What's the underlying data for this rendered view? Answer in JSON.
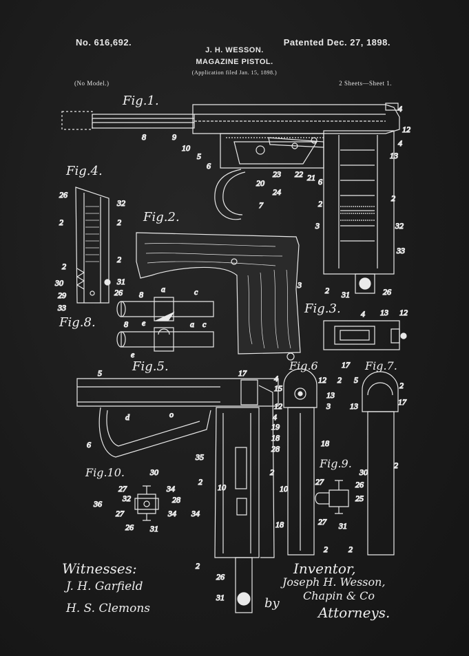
{
  "header": {
    "patent_no": "No. 616,692.",
    "patented": "Patented Dec. 27, 1898.",
    "inventor": "J. H. WESSON.",
    "title": "MAGAZINE PISTOL.",
    "filed": "(Application filed Jan. 15, 1898.)",
    "model": "(No Model.)",
    "sheets": "2 Sheets—Sheet 1."
  },
  "figures": {
    "fig1": "Fig.1.",
    "fig2": "Fig.2.",
    "fig3": "Fig.3.",
    "fig4": "Fig.4.",
    "fig5": "Fig.5.",
    "fig6": "Fig.6",
    "fig7": "Fig.7.",
    "fig8": "Fig.8.",
    "fig9": "Fig.9.",
    "fig10": "Fig.10."
  },
  "signatures": {
    "witnesses_label": "Witnesses:",
    "witness1": "J. H. Garfield",
    "witness2": "H. S. Clemons",
    "inventor_label": "Inventor,",
    "inventor_name": "Joseph H. Wesson,",
    "by": "by",
    "attorneys_firm": "Chapin & Co",
    "attorneys": "Attorneys."
  },
  "refs": {
    "fig1": [
      "8",
      "9",
      "10",
      "5",
      "6",
      "7",
      "20",
      "23",
      "24",
      "22",
      "21",
      "6",
      "4",
      "12",
      "13",
      "4",
      "2",
      "2",
      "3",
      "32",
      "33",
      "2",
      "31",
      "26"
    ],
    "fig4": [
      "26",
      "32",
      "2",
      "2",
      "2",
      "2",
      "30",
      "31",
      "29",
      "26",
      "33"
    ],
    "fig8": [
      "8",
      "a",
      "c",
      "8",
      "e",
      "a",
      "c",
      "e"
    ],
    "fig2": [
      "3"
    ],
    "fig3": [
      "4",
      "13",
      "12",
      "17"
    ],
    "fig5": [
      "5",
      "17",
      "4",
      "15",
      "12",
      "4",
      "19",
      "18",
      "28",
      "6",
      "d",
      "o",
      "35",
      "2",
      "2",
      "10",
      "10",
      "34",
      "18",
      "2",
      "26",
      "31"
    ],
    "fig6": [
      "12",
      "2",
      "13",
      "3",
      "18",
      "2"
    ],
    "fig7": [
      "5",
      "2",
      "13",
      "17",
      "2",
      "2"
    ],
    "fig9": [
      "27",
      "30",
      "26",
      "25",
      "27",
      "31"
    ],
    "fig10": [
      "30",
      "27",
      "34",
      "32",
      "28",
      "36",
      "27",
      "34",
      "26",
      "31"
    ]
  }
}
